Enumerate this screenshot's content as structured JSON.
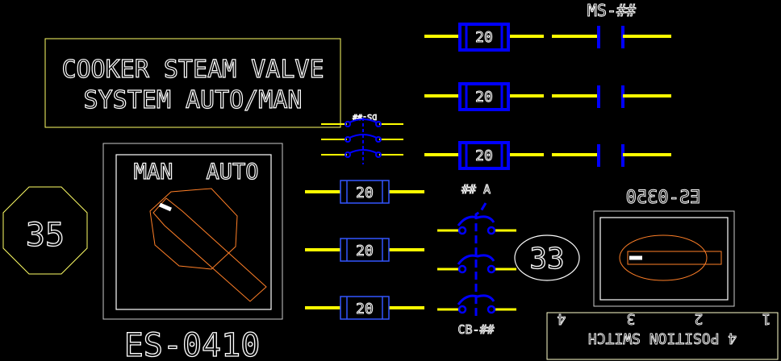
{
  "colors": {
    "background": "#000000",
    "white": "#ffffff",
    "yellow": "#ffff00",
    "blue": "#0000ff",
    "orange": "#ff7f27",
    "gray_box": "#cccccc",
    "cream_box": "#ffffcc"
  },
  "title_box": {
    "line1": "COOKER STEAM VALVE",
    "line2": "SYSTEM AUTO/MAN"
  },
  "switch_es0410": {
    "man_label": "MAN",
    "auto_label": "AUTO",
    "tag": "ES-0410"
  },
  "bubble_left": {
    "value": "35"
  },
  "bubble_mid": {
    "value": "33"
  },
  "fuses_top": [
    {
      "label": "20"
    },
    {
      "label": "20"
    },
    {
      "label": "20"
    }
  ],
  "fuses_left": [
    {
      "label": "20"
    },
    {
      "label": "20"
    },
    {
      "label": "20"
    }
  ],
  "ms_label": "MS-##",
  "ds_label": "DS-##",
  "breaker_top_label": "## A",
  "breaker_bottom_label": "CB-##",
  "switch_es0350": {
    "tag": "ES-0350"
  },
  "position_switch": {
    "title": "4 POSITION SWITCH",
    "numbers": [
      "1",
      "2",
      "3",
      "4"
    ]
  }
}
